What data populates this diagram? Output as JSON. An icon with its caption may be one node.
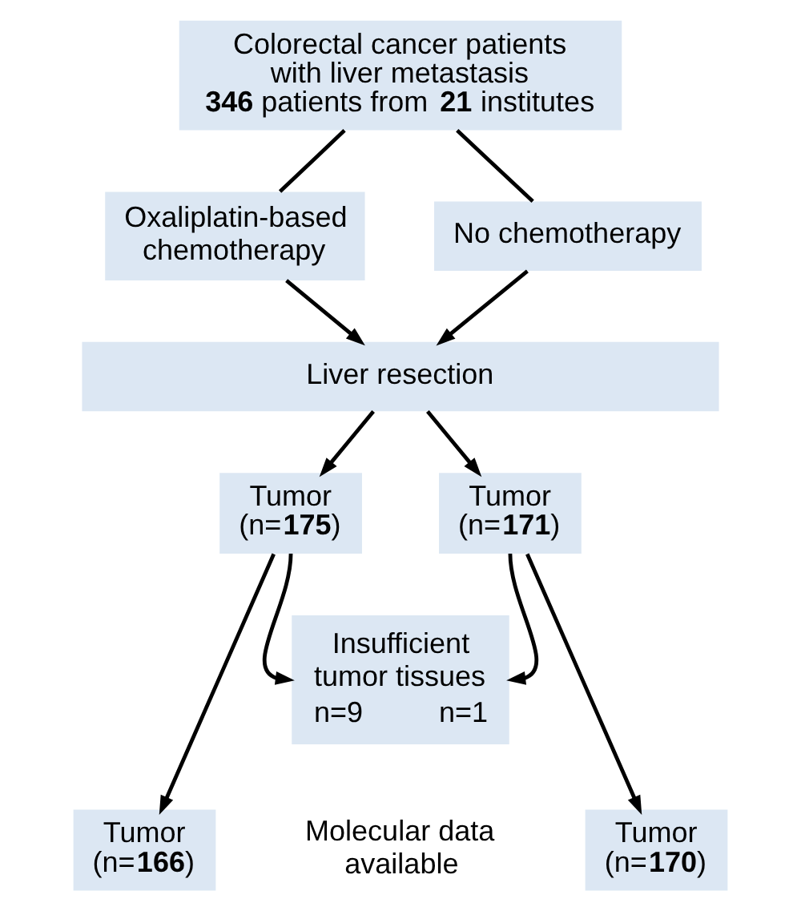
{
  "diagram": {
    "nodes": [
      {
        "text": [
          "Colorectal cancer patients with liver metastasis",
          "**346** patients from **21** institutes"
        ]
      },
      {
        "text": [
          "Oxaliplatin-based chemotherapy"
        ]
      },
      {
        "text": [
          "No chemotherapy"
        ]
      },
      {
        "text": [
          "Liver resection"
        ]
      },
      {
        "text": [
          "Tumor (n=**175**)"
        ]
      },
      {
        "text": [
          "Tumor (n=**171**)"
        ]
      },
      {
        "text": [
          "Insufficient tumor tissues",
          "n=9",
          "n=1"
        ]
      },
      {
        "text": [
          "Tumor (n=**166**)"
        ]
      },
      {
        "text": [
          "Tumor (n=**170**)"
        ]
      }
    ],
    "edges": [
      {
        "from": 0,
        "to": 1,
        "arrow": "none"
      },
      {
        "from": 0,
        "to": 2,
        "arrow": "none"
      },
      {
        "from": 1,
        "to": 3,
        "arrow": "to"
      },
      {
        "from": 2,
        "to": 3,
        "arrow": "to"
      },
      {
        "from": 3,
        "to": 4,
        "arrow": "to"
      },
      {
        "from": 3,
        "to": 5,
        "arrow": "to"
      },
      {
        "from": 4,
        "to": 6,
        "arrow": "to"
      },
      {
        "from": 4,
        "to": 7,
        "arrow": "to"
      },
      {
        "from": 5,
        "to": 6,
        "arrow": "to"
      },
      {
        "from": 5,
        "to": 8,
        "arrow": "to"
      }
    ],
    "labels": [
      "Molecular data available"
    ]
  }
}
